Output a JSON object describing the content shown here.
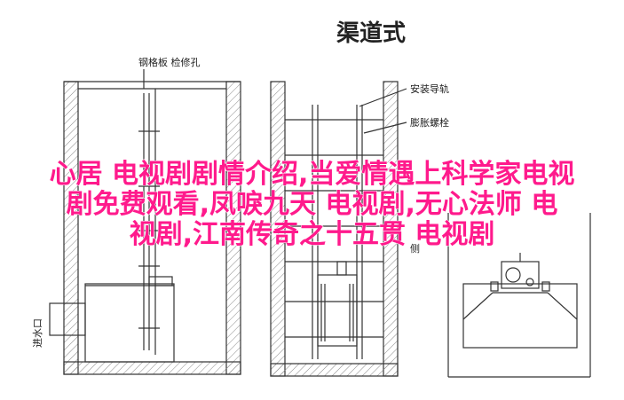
{
  "diagram": {
    "title": "渠道式",
    "labels": {
      "steel_grating": "钢格板 检修孔",
      "guide_rail": "安装导轨",
      "expansion_bolt": "膨胀螺栓",
      "pipe_partial": "侧",
      "inlet": "进水口"
    }
  },
  "overlay": {
    "line1": "心居 电视剧剧情介绍,当爱情遇上科学家电视",
    "line2": "剧免费观看,凤唳九天 电视剧,无心法师 电",
    "line3": "视剧,江南传奇之十五贯 电视剧"
  },
  "colors": {
    "line": "#333333",
    "hatch": "#777777",
    "overlay_text": "#ff1a8c"
  }
}
